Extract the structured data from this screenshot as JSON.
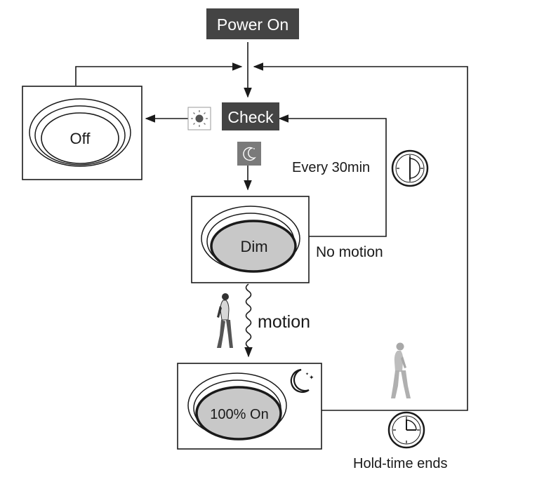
{
  "nodes": {
    "power_on": "Power On",
    "check": "Check",
    "off_state": "Off",
    "dim_state": "Dim",
    "on_state": "100% On"
  },
  "labels": {
    "every_30min": "Every 30min",
    "no_motion": "No motion",
    "motion": "motion",
    "hold_time_ends": "Hold-time ends"
  },
  "icons": {
    "daylight": "sun-icon",
    "night": "moon-icon",
    "night_stars": "moon-stars-icon",
    "timer": "clock-icon",
    "hold_timer": "clock-icon",
    "person_walking_in": "person-icon",
    "person_walking_out": "person-icon",
    "motion_wave": "wavy-line"
  },
  "colors": {
    "node_box": "#444444",
    "node_text": "#ffffff",
    "line": "#1a1a1a",
    "lamp_fill": "#c8c8c8",
    "night_badge": "#7a7a7a"
  }
}
